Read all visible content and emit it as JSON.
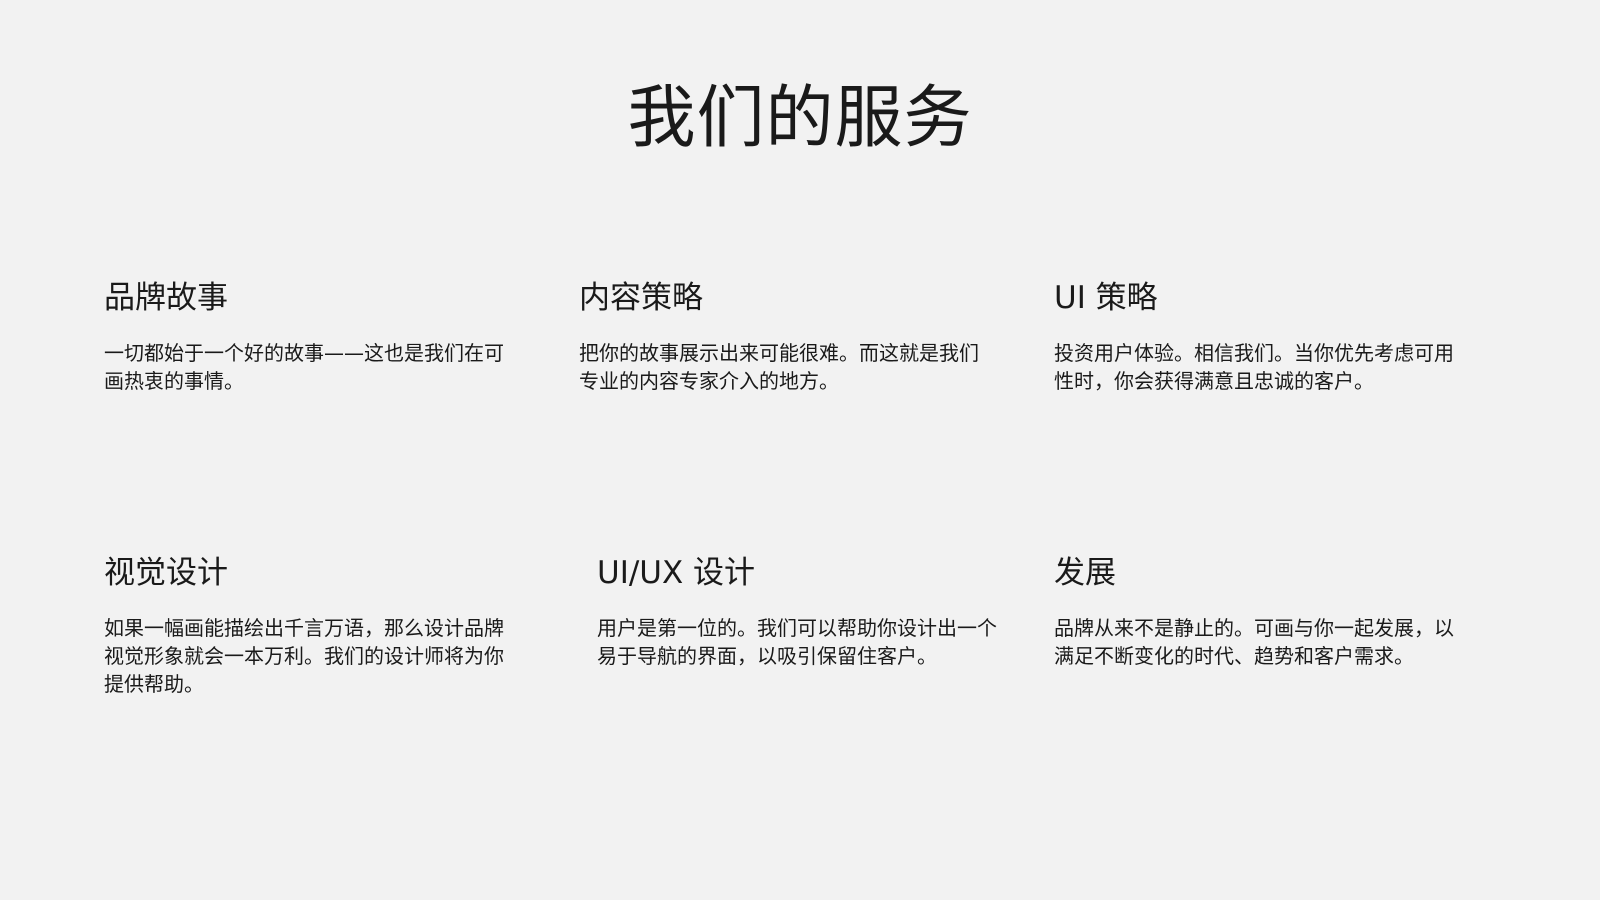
{
  "page": {
    "title": "我们的服务"
  },
  "services": [
    {
      "title": "品牌故事",
      "description": "一切都始于一个好的故事——这也是我们在可画热衷的事情。"
    },
    {
      "title": "内容策略",
      "description": "把你的故事展示出来可能很难。而这就是我们专业的内容专家介入的地方。"
    },
    {
      "title": "UI 策略",
      "description": "投资用户体验。相信我们。当你优先考虑可用性时，你会获得满意且忠诚的客户。"
    },
    {
      "title": "视觉设计",
      "description": "如果一幅画能描绘出千言万语，那么设计品牌视觉形象就会一本万利。我们的设计师将为你提供帮助。"
    },
    {
      "title": "UI/UX 设计",
      "description": "用户是第一位的。我们可以帮助你设计出一个易于导航的界面，以吸引保留住客户。"
    },
    {
      "title": "发展",
      "description": "品牌从来不是静止的。可画与你一起发展，以满足不断变化的时代、趋势和客户需求。"
    }
  ]
}
